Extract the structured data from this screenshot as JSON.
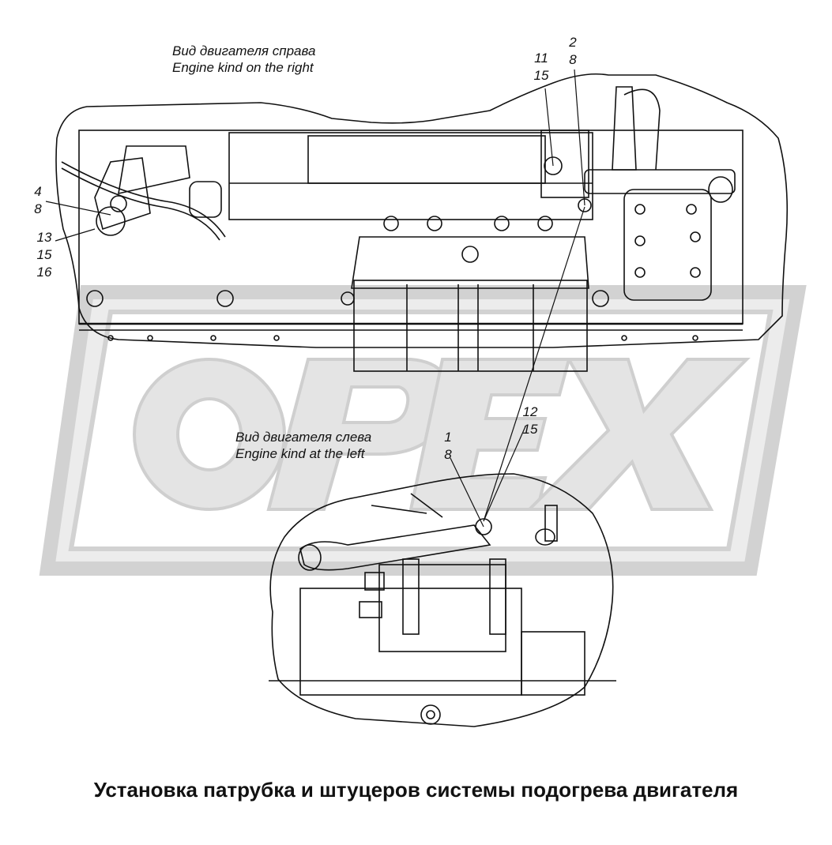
{
  "views": {
    "right": {
      "ru": "Вид двигателя справа",
      "en": "Engine kind on the right"
    },
    "left": {
      "ru": "Вид двигателя слева",
      "en": "Engine kind at the left"
    }
  },
  "callouts": {
    "c_2_8": [
      "2",
      "8"
    ],
    "c_11_15": [
      "11",
      "15"
    ],
    "c_4_8": [
      "4",
      "8"
    ],
    "c_13_15_16": [
      "13",
      "15",
      "16"
    ],
    "c_12_15": [
      "12",
      "15"
    ],
    "c_1_8": [
      "1",
      "8"
    ]
  },
  "watermark": {
    "text": "OPEX",
    "color": "#d9d9d9"
  },
  "caption": "Установка патрубка и штуцеров системы подогрева двигателя"
}
